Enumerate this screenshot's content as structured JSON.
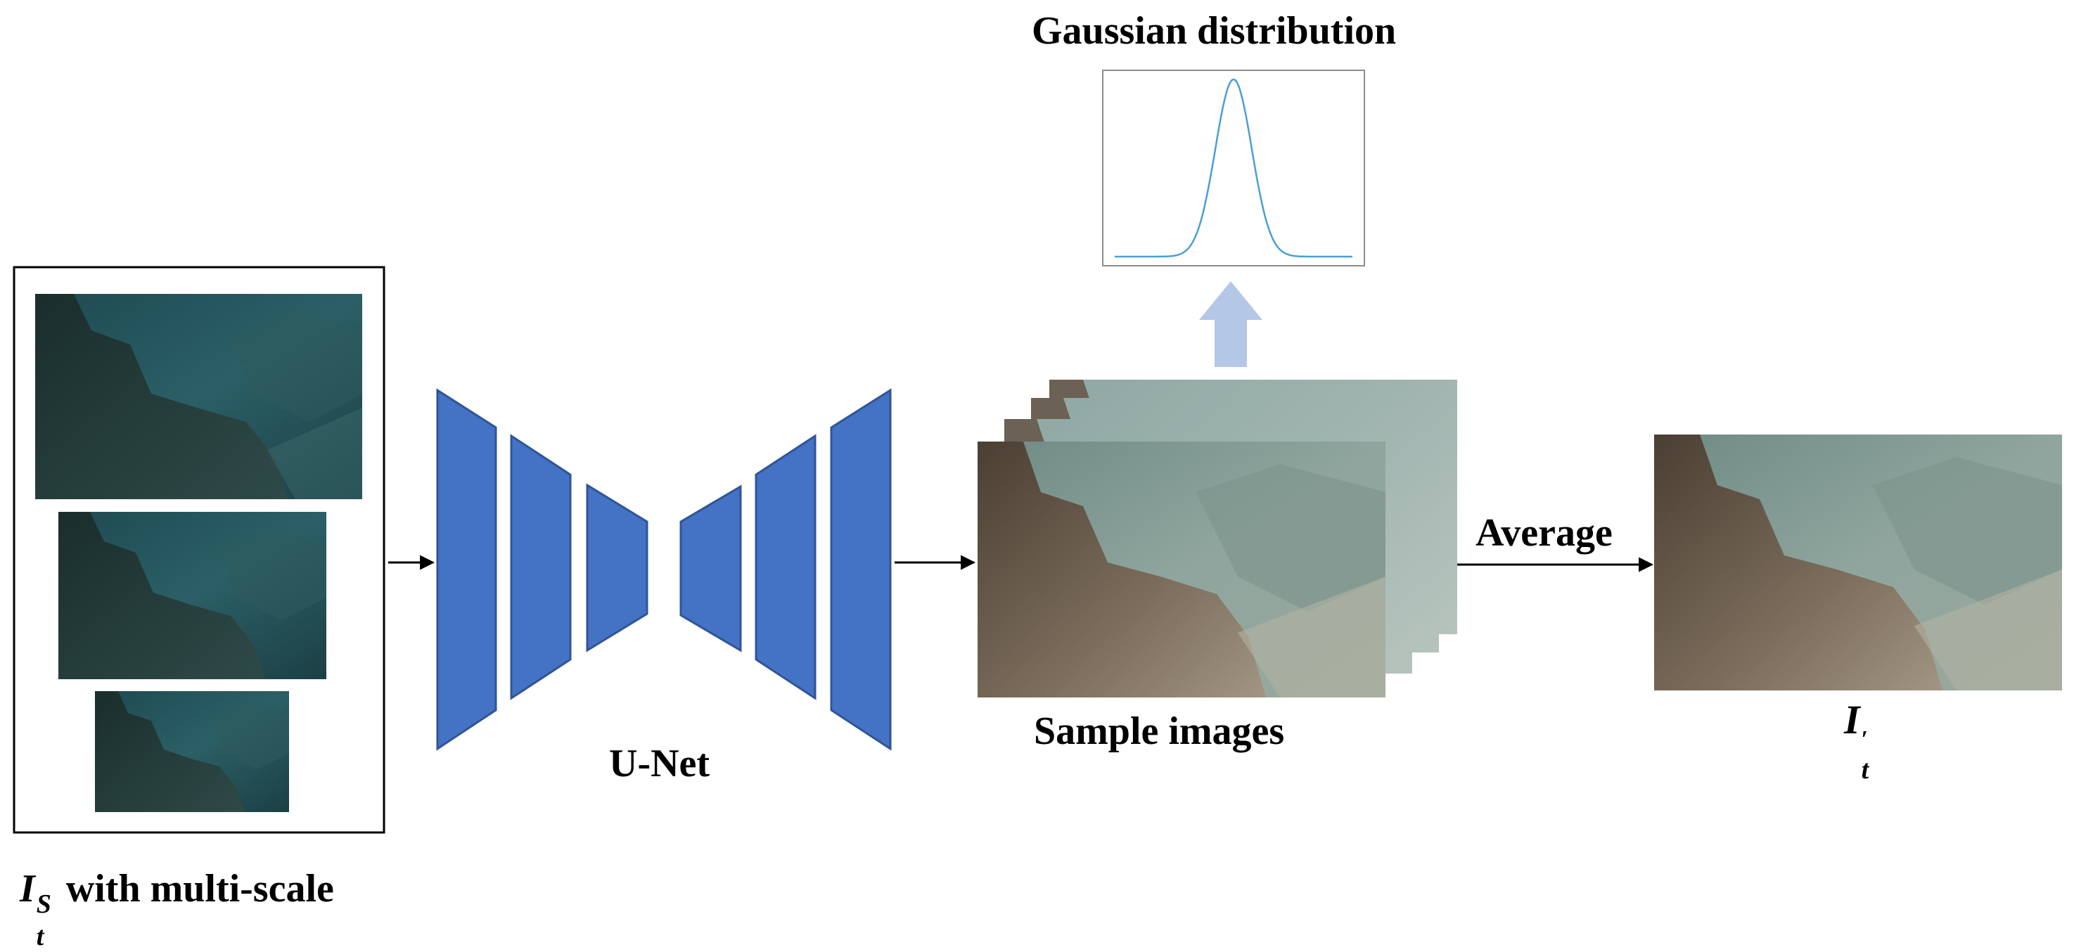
{
  "labels": {
    "gaussian_title": "Gaussian distribution",
    "unet": "U-Net",
    "sample_images": "Sample images",
    "average": "Average",
    "input_symbol": "I",
    "input_superscript": "S",
    "input_subscript": "t",
    "input_suffix": " with multi-scale",
    "output_symbol": "I",
    "output_prime": "′",
    "output_subscript": "t"
  },
  "colors": {
    "unet_block": "#4472c4",
    "unet_block_stroke": "#2f5597",
    "up_arrow": "#b4c7e7",
    "curve": "#4a9fd4",
    "line": "#000000"
  }
}
